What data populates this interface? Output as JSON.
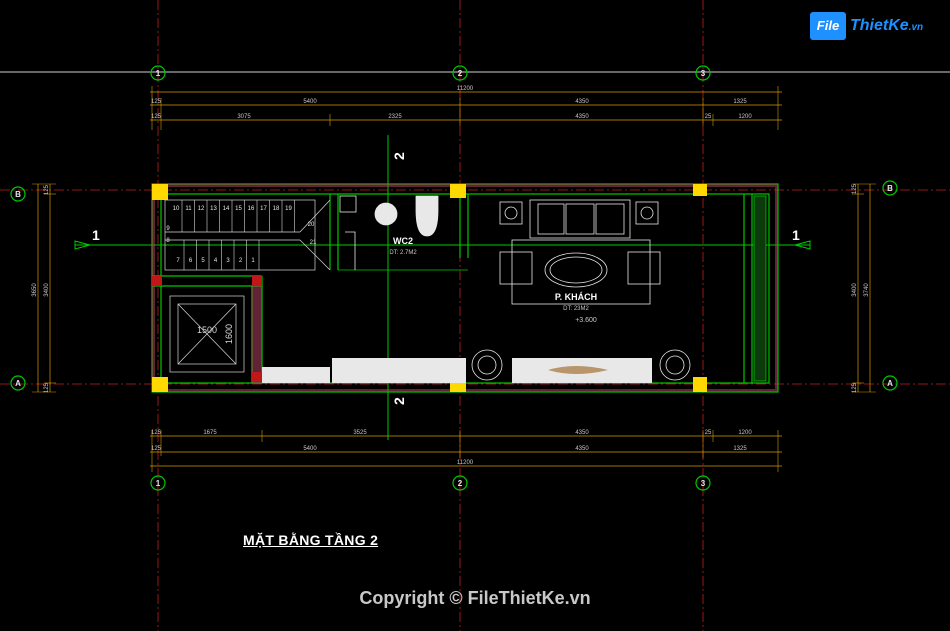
{
  "logo": {
    "box": "File",
    "name": "ThietKe",
    "suffix": ".vn"
  },
  "title": "MẶT BẰNG TẦNG 2",
  "copyright": "Copyright © FileThietKe.vn",
  "grid_axes": {
    "x": [
      "1",
      "2",
      "3"
    ],
    "y": [
      "B",
      "A"
    ]
  },
  "section_marks": {
    "vertical": "2",
    "horizontal": "1"
  },
  "top_dims": {
    "overall": "11200",
    "row2": [
      "5400",
      "4350",
      "1325"
    ],
    "row3": [
      "3075",
      "2325",
      "4350",
      "25",
      "1200"
    ],
    "edge": "125"
  },
  "bottom_dims": {
    "overall": "11200",
    "row2": [
      "5400",
      "4350",
      "1325"
    ],
    "row1": [
      "1675",
      "3525",
      "4350",
      "25",
      "1200"
    ],
    "edge": "125"
  },
  "side_dims": {
    "left": [
      "3650",
      "3400",
      "125",
      "125"
    ],
    "right": [
      "3400",
      "3740",
      "125",
      "125"
    ]
  },
  "stairs": {
    "top": [
      "10",
      "11",
      "12",
      "13",
      "14",
      "15",
      "16",
      "17",
      "18",
      "19"
    ],
    "bottom": [
      "7",
      "6",
      "5",
      "4",
      "3",
      "2",
      "1"
    ],
    "left": [
      "9",
      "8"
    ],
    "right": [
      "20",
      "21"
    ]
  },
  "rooms": {
    "wc": {
      "name": "WC2",
      "area": "DT: 2.7M2"
    },
    "living": {
      "name": "P. KHÁCH",
      "area": "DT: 23M2",
      "level": "+3.600"
    }
  },
  "void": {
    "w": "1500",
    "h": "1600"
  },
  "colors": {
    "wall": "#00c800",
    "grid": "#ff3030",
    "dim": "#e0a000",
    "column": "#ffd800",
    "furniture": "#e8e8e8"
  }
}
